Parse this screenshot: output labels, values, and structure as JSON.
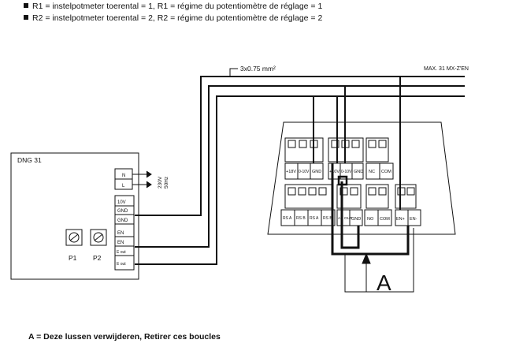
{
  "legend": [
    "R1 = instelpotmeter toerental = 1, R1 = régime du potentiomètre de réglage = 1",
    "R2 = instelpotmeter toerental = 2, R2 = régime du potentiomètre de réglage = 2"
  ],
  "cable_label": "3x0.75 mm²",
  "max_label": "MAX. 31 MX-Z'EN",
  "dng": {
    "title": "DNG 31",
    "power_terminals": [
      "N",
      "L"
    ],
    "power_label": [
      "230V",
      "50Hz"
    ],
    "terminals": [
      "10V",
      "GND",
      "GND",
      "EN",
      "EN",
      "E out",
      "E out"
    ],
    "pots": [
      "P1",
      "P2"
    ]
  },
  "controller": {
    "upper_terminals": [
      "+18V",
      "0-10V",
      "GND",
      "+10V",
      "0-10V",
      "GND",
      "NC",
      "COM"
    ],
    "lower_terminals": [
      "RS A",
      "RS B",
      "RS A",
      "RS B",
      "AN OUT",
      "GND",
      "NO",
      "COM",
      "EN+",
      "EN-"
    ]
  },
  "callout_letter": "A",
  "footnote": "A = Deze lussen verwijderen, Retirer ces boucles"
}
